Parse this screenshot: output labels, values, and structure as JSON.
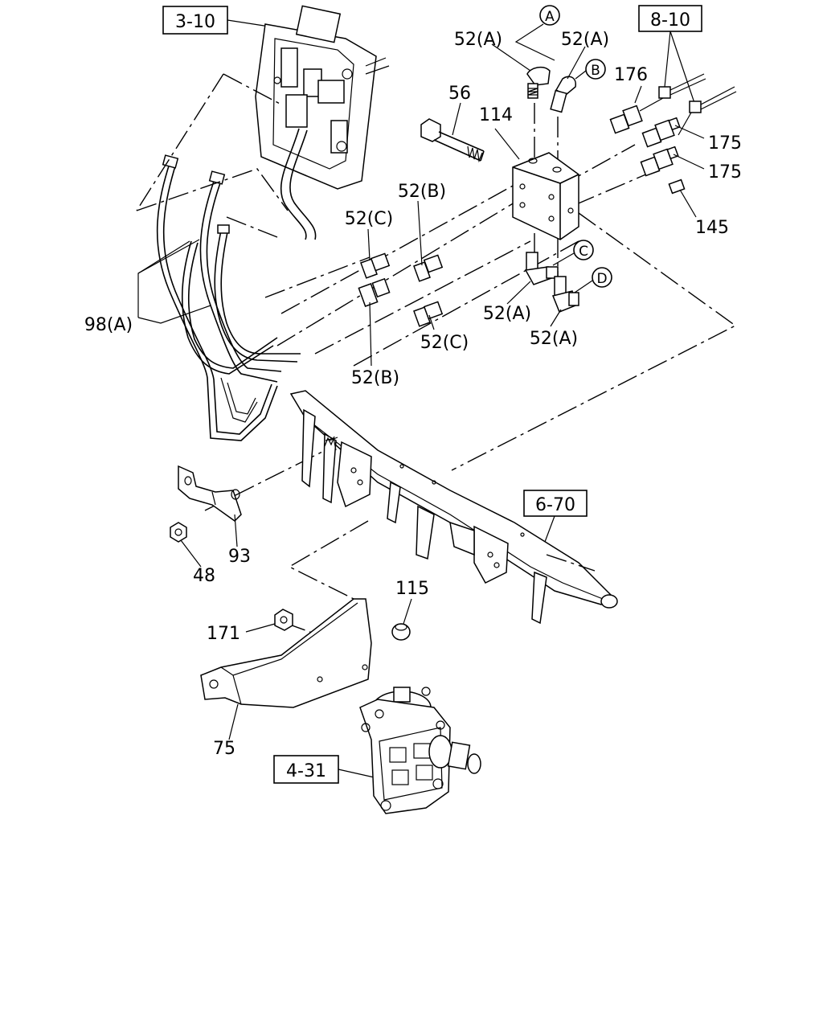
{
  "callouts": {
    "ref_3_10": "3-10",
    "ref_8_10": "8-10",
    "ref_6_70": "6-70",
    "ref_4_31": "4-31"
  },
  "markers": {
    "a": "A",
    "b": "B",
    "c": "C",
    "d": "D"
  },
  "labels": {
    "p52a_1": "52(A)",
    "p52a_2": "52(A)",
    "p52a_3": "52(A)",
    "p52a_4": "52(A)",
    "p52b_1": "52(B)",
    "p52b_2": "52(B)",
    "p52c_1": "52(C)",
    "p52c_2": "52(C)",
    "p56": "56",
    "p114": "114",
    "p176": "176",
    "p175_1": "175",
    "p175_2": "175",
    "p145": "145",
    "p98a": "98(A)",
    "p93": "93",
    "p48": "48",
    "p115": "115",
    "p171": "171",
    "p75": "75"
  }
}
